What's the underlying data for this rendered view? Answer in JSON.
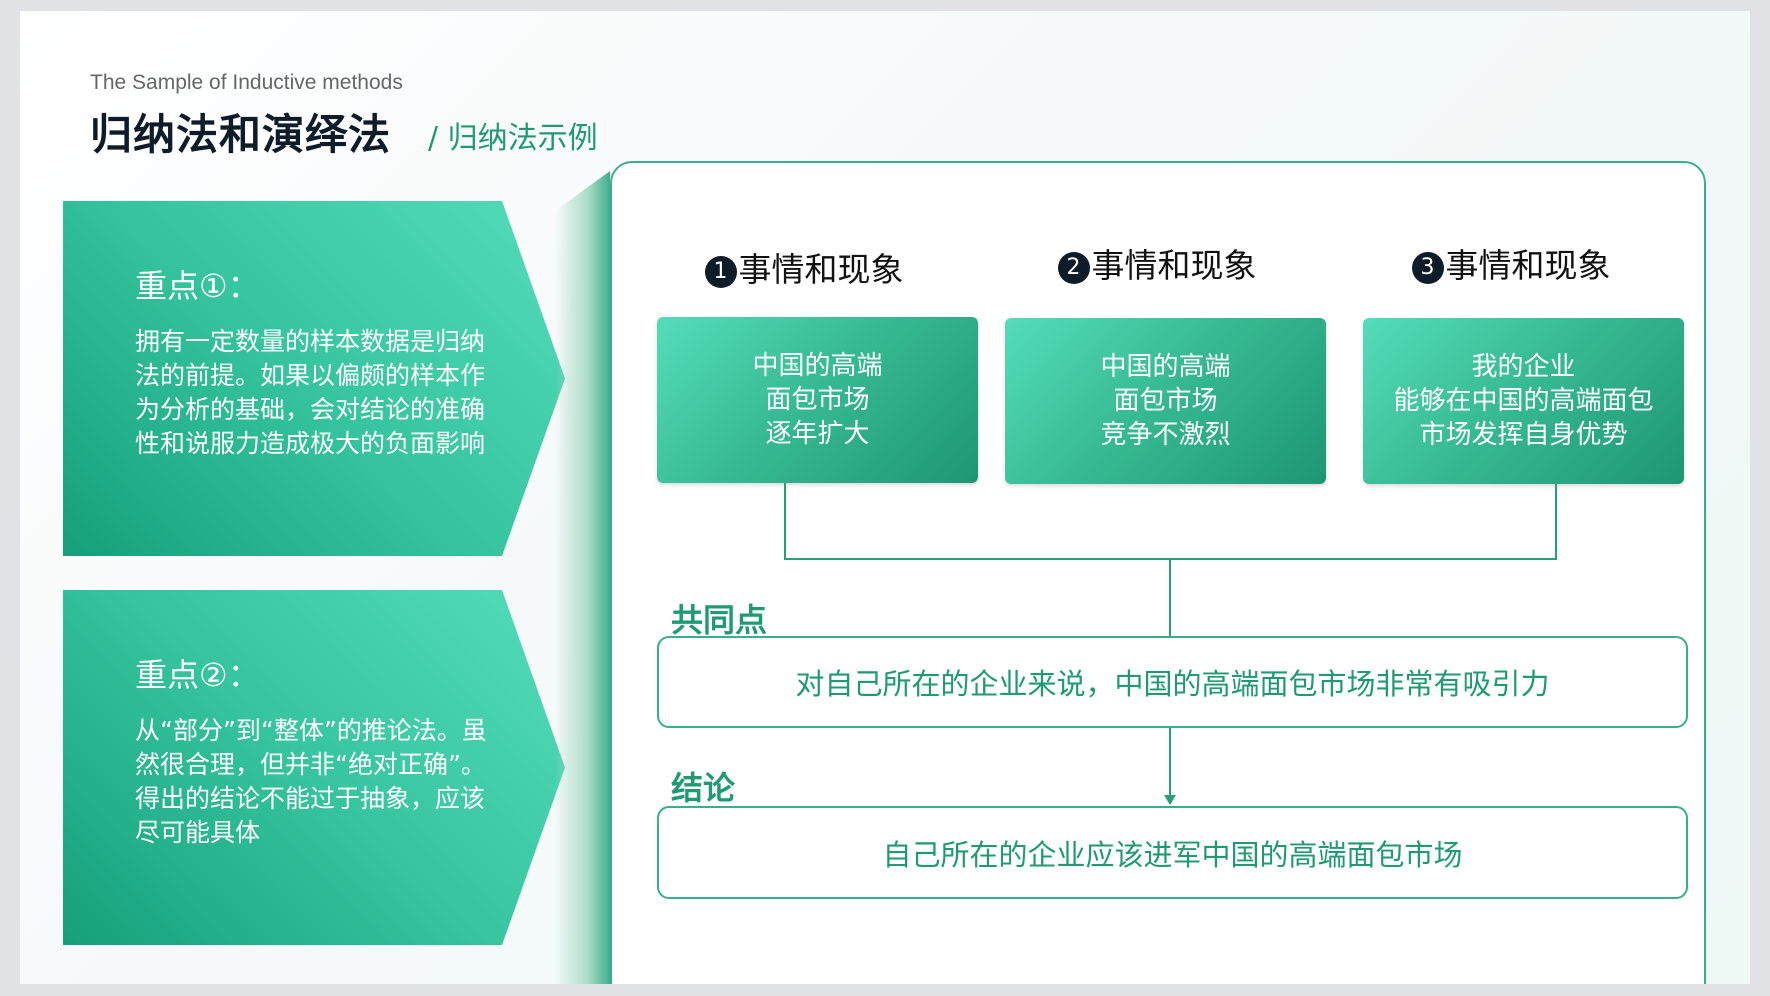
{
  "header": {
    "subtitle": "The Sample of Inductive methods",
    "title": "归纳法和演绎法",
    "section": "/ 归纳法示例"
  },
  "points": [
    {
      "title": "重点①：",
      "text": "拥有一定数量的样本数据是归纳法的前提。如果以偏颇的样本作为分析的基础，会对结论的准确性和说服力造成极大的负面影响"
    },
    {
      "title": "重点②：",
      "text": "从“部分”到“整体”的推论法。虽然很合理，但并非“绝对正确”。得出的结论不能过于抽象，应该尽可能具体"
    }
  ],
  "facts": [
    {
      "num": "1",
      "heading": "事情和现象",
      "lines": [
        "中国的高端",
        "面包市场",
        "逐年扩大"
      ]
    },
    {
      "num": "2",
      "heading": "事情和现象",
      "lines": [
        "中国的高端",
        "面包市场",
        "竞争不激烈"
      ]
    },
    {
      "num": "3",
      "heading": "事情和现象",
      "lines": [
        "我的企业",
        "能够在中国的高端面包",
        "市场发挥自身优势"
      ]
    }
  ],
  "common": {
    "label": "共同点",
    "text": "对自己所在的企业来说，中国的高端面包市场非常有吸引力"
  },
  "conclusion": {
    "label": "结论",
    "text": "自己所在的企业应该进军中国的高端面包市场"
  }
}
